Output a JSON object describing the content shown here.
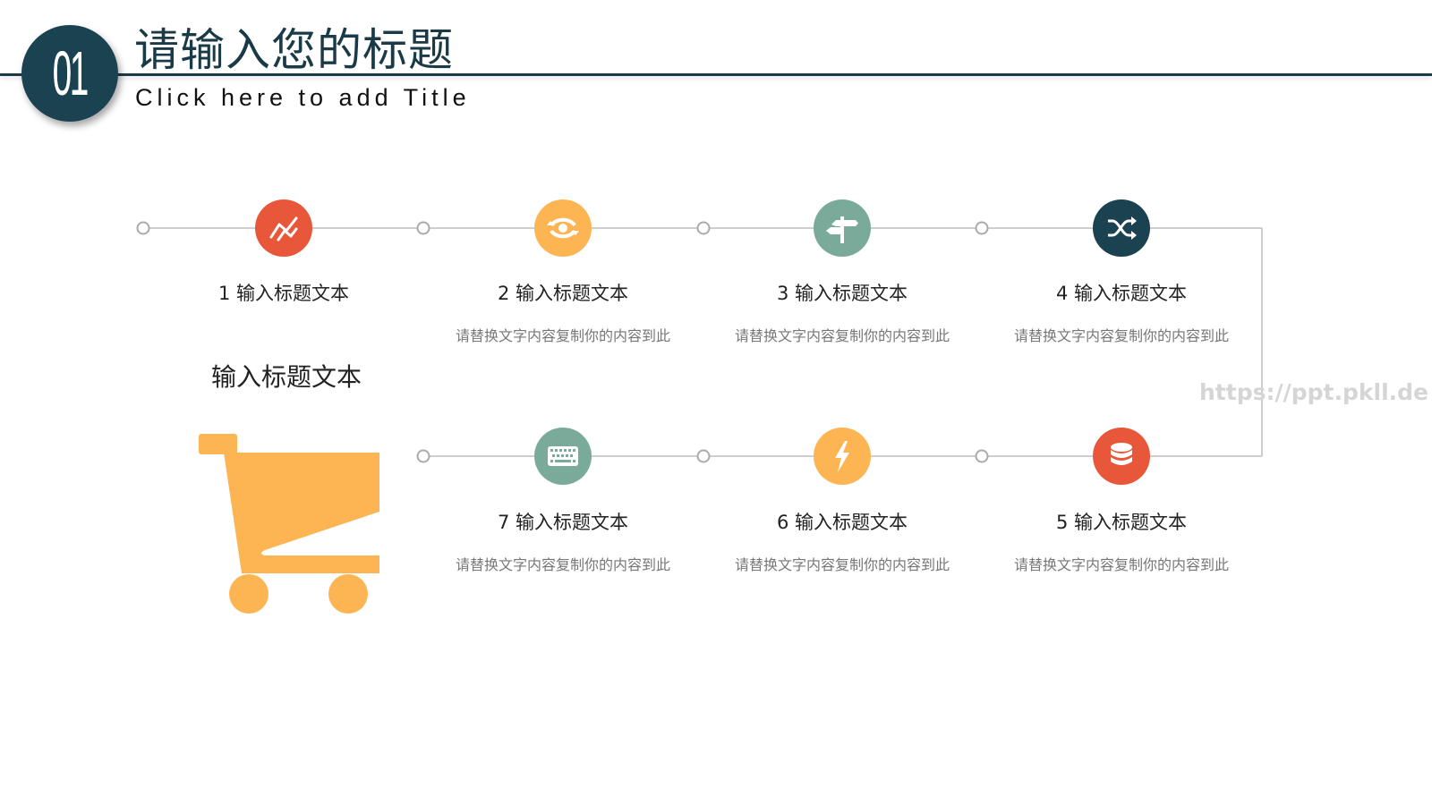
{
  "header": {
    "badge_number": "01",
    "title_cn": "请输入您的标题",
    "title_en": "Click here to add Title"
  },
  "colors": {
    "header_dark": "#1b3a47",
    "red": "#e9573a",
    "orange": "#fdb553",
    "teal": "#7aab9a",
    "navy": "#1b4250",
    "line": "#bbbbbb"
  },
  "side": {
    "title": "输入标题文本",
    "icon": "shopping-cart-icon"
  },
  "steps": [
    {
      "num": "1",
      "title": "1 输入标题文本",
      "desc": "",
      "icon": "line-chart-icon",
      "color": "red"
    },
    {
      "num": "2",
      "title": "2 输入标题文本",
      "desc": "请替换文字内容复制你的内容到此",
      "icon": "sync-eye-icon",
      "color": "orange"
    },
    {
      "num": "3",
      "title": "3 输入标题文本",
      "desc": "请替换文字内容复制你的内容到此",
      "icon": "signpost-icon",
      "color": "teal"
    },
    {
      "num": "4",
      "title": "4 输入标题文本",
      "desc": "请替换文字内容复制你的内容到此",
      "icon": "shuffle-icon",
      "color": "navy"
    },
    {
      "num": "5",
      "title": "5 输入标题文本",
      "desc": "请替换文字内容复制你的内容到此",
      "icon": "database-icon",
      "color": "red"
    },
    {
      "num": "6",
      "title": "6 输入标题文本",
      "desc": "请替换文字内容复制你的内容到此",
      "icon": "lightning-icon",
      "color": "orange"
    },
    {
      "num": "7",
      "title": "7 输入标题文本",
      "desc": "请替换文字内容复制你的内容到此",
      "icon": "keyboard-icon",
      "color": "teal"
    }
  ],
  "watermark": "https://ppt.pkll.de"
}
